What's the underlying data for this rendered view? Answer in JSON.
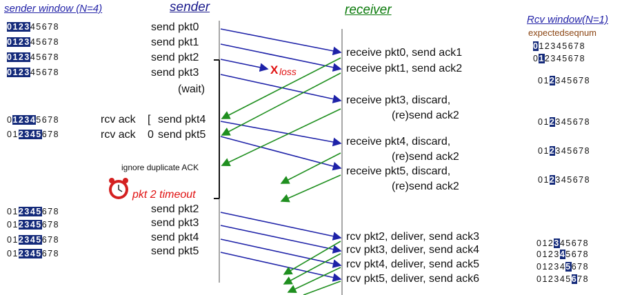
{
  "headers": {
    "sender_window": "sender window (N=4)",
    "sender": "sender",
    "receiver": "receiver",
    "rcv_window": "Rcv window(N=1)",
    "expected": "expectedseqnum"
  },
  "colors": {
    "highlight": "#142a7a",
    "forward_arrow": "#1e22a8",
    "ack_arrow": "#1f8f1f",
    "loss": "#e01010"
  },
  "sender_windows": [
    {
      "digits": [
        "0",
        "1",
        "2",
        "3",
        "4",
        "5",
        "6",
        "7",
        "8"
      ],
      "start": 0,
      "end": 3
    },
    {
      "digits": [
        "0",
        "1",
        "2",
        "3",
        "4",
        "5",
        "6",
        "7",
        "8"
      ],
      "start": 0,
      "end": 3
    },
    {
      "digits": [
        "0",
        "1",
        "2",
        "3",
        "4",
        "5",
        "6",
        "7",
        "8"
      ],
      "start": 0,
      "end": 3
    },
    {
      "digits": [
        "0",
        "1",
        "2",
        "3",
        "4",
        "5",
        "6",
        "7",
        "8"
      ],
      "start": 0,
      "end": 3
    },
    {
      "digits": [
        "0",
        "1",
        "2",
        "3",
        "4",
        "5",
        "6",
        "7",
        "8"
      ],
      "start": 1,
      "end": 4
    },
    {
      "digits": [
        "0",
        "1",
        "2",
        "3",
        "4",
        "5",
        "6",
        "7",
        "8"
      ],
      "start": 2,
      "end": 5
    },
    {
      "digits": [
        "0",
        "1",
        "2",
        "3",
        "4",
        "5",
        "6",
        "7",
        "8"
      ],
      "start": 2,
      "end": 5
    },
    {
      "digits": [
        "0",
        "1",
        "2",
        "3",
        "4",
        "5",
        "6",
        "7",
        "8"
      ],
      "start": 2,
      "end": 5
    },
    {
      "digits": [
        "0",
        "1",
        "2",
        "3",
        "4",
        "5",
        "6",
        "7",
        "8"
      ],
      "start": 2,
      "end": 5
    },
    {
      "digits": [
        "0",
        "1",
        "2",
        "3",
        "4",
        "5",
        "6",
        "7",
        "8"
      ],
      "start": 2,
      "end": 5
    }
  ],
  "receiver_windows": [
    {
      "digits": [
        "0",
        "1",
        "2",
        "3",
        "4",
        "5",
        "6",
        "7",
        "8"
      ],
      "pos": 0
    },
    {
      "digits": [
        "0",
        "1",
        "2",
        "3",
        "4",
        "5",
        "6",
        "7",
        "8"
      ],
      "pos": 1
    },
    {
      "digits": [
        "0",
        "1",
        "2",
        "3",
        "4",
        "5",
        "6",
        "7",
        "8"
      ],
      "pos": 2
    },
    {
      "digits": [
        "0",
        "1",
        "2",
        "3",
        "4",
        "5",
        "6",
        "7",
        "8"
      ],
      "pos": 2
    },
    {
      "digits": [
        "0",
        "1",
        "2",
        "3",
        "4",
        "5",
        "6",
        "7",
        "8"
      ],
      "pos": 2
    },
    {
      "digits": [
        "0",
        "1",
        "2",
        "3",
        "4",
        "5",
        "6",
        "7",
        "8"
      ],
      "pos": 2
    },
    {
      "digits": [
        "0",
        "1",
        "2",
        "3",
        "4",
        "5",
        "6",
        "7",
        "8"
      ],
      "pos": 3
    },
    {
      "digits": [
        "0",
        "1",
        "2",
        "3",
        "4",
        "5",
        "6",
        "7",
        "8"
      ],
      "pos": 4
    },
    {
      "digits": [
        "0",
        "1",
        "2",
        "3",
        "4",
        "5",
        "6",
        "7",
        "8"
      ],
      "pos": 5
    },
    {
      "digits": [
        "0",
        "1",
        "2",
        "3",
        "4",
        "5",
        "6",
        "7",
        "8"
      ],
      "pos": 6
    }
  ],
  "sender_events": [
    "send  pkt0",
    "send  pkt1",
    "send  pkt2",
    "send  pkt3",
    "(wait)",
    "send pkt4",
    "send pkt5",
    "send  pkt2",
    "send  pkt3",
    "send  pkt4",
    "send  pkt5"
  ],
  "rcv_ack_labels": [
    "rcv ack",
    "rcv ack"
  ],
  "rcv_ack_marks": [
    "[",
    "0"
  ],
  "ignore_label": "ignore duplicate ACK",
  "timeout_label": "pkt 2 timeout",
  "loss_mark": "X",
  "loss_label": "loss",
  "receiver_events": [
    "receive pkt0, send ack1",
    "receive pkt1, send ack2",
    "receive pkt3, discard,",
    "(re)send ack2",
    "receive pkt4, discard,",
    "(re)send ack2",
    "receive pkt5, discard,",
    "(re)send ack2",
    "rcv pkt2, deliver, send ack3",
    "rcv pkt3, deliver, send ack4",
    "rcv pkt4, deliver, send ack5",
    "rcv pkt5, deliver, send ack6"
  ]
}
